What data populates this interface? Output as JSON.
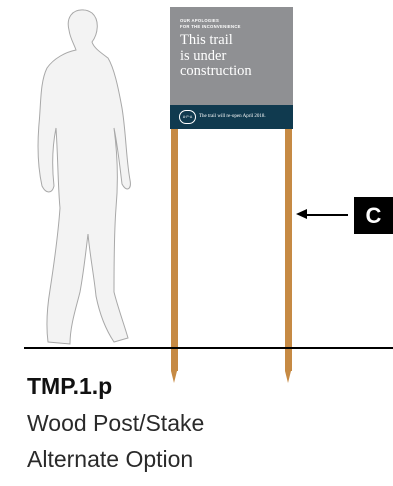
{
  "sign": {
    "apology_line1": "OUR APOLOGIES",
    "apology_line2": "FOR THE INCONVENIENCE",
    "title_line1": "This trail",
    "title_line2": "is under",
    "title_line3": "construction",
    "logo_text": "A·P·A",
    "reopen_text": "The trail will re-open April 2018."
  },
  "callout": {
    "label": "C"
  },
  "caption": {
    "code": "TMP.1.p",
    "line1": "Wood Post/Stake",
    "line2": "Alternate Option"
  },
  "colors": {
    "sign_gray": "#8f9093",
    "sign_band": "#103a4f",
    "post": "#c68a44",
    "silhouette_fill": "#f3f3f3",
    "silhouette_stroke": "#a8a8a8"
  }
}
